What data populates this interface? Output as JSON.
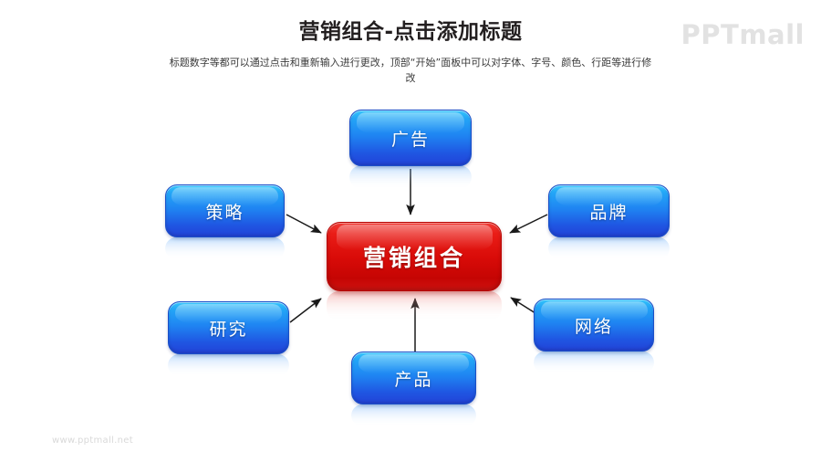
{
  "slide": {
    "title": "营销组合-点击添加标题",
    "subtitle": "标题数字等都可以通过点击和重新输入进行更改，顶部“开始”面板中可以对字体、字号、颜色、行距等进行修改",
    "background_color": "#ffffff"
  },
  "logo": {
    "text": "PPTmall",
    "color": "#e2e2e2"
  },
  "footer": {
    "url": "www.pptmall.net",
    "color": "#d9d9d9"
  },
  "diagram": {
    "type": "hub-and-spoke",
    "hub": {
      "label": "营销组合",
      "color": "#d90b08",
      "text_color": "#ffffff"
    },
    "spokes": [
      {
        "id": "advertising",
        "label": "广告",
        "position": "top",
        "color": "#1f84f2"
      },
      {
        "id": "strategy",
        "label": "策略",
        "position": "left-upper",
        "color": "#1f84f2"
      },
      {
        "id": "brand",
        "label": "品牌",
        "position": "right-upper",
        "color": "#1f84f2"
      },
      {
        "id": "research",
        "label": "研究",
        "position": "left-lower",
        "color": "#1f84f2"
      },
      {
        "id": "network",
        "label": "网络",
        "position": "right-lower",
        "color": "#1f84f2"
      },
      {
        "id": "product",
        "label": "产品",
        "position": "bottom",
        "color": "#1f84f2"
      }
    ],
    "arrow_color": "#1a1a1a",
    "arrow_direction": "spokes-point-to-hub"
  }
}
